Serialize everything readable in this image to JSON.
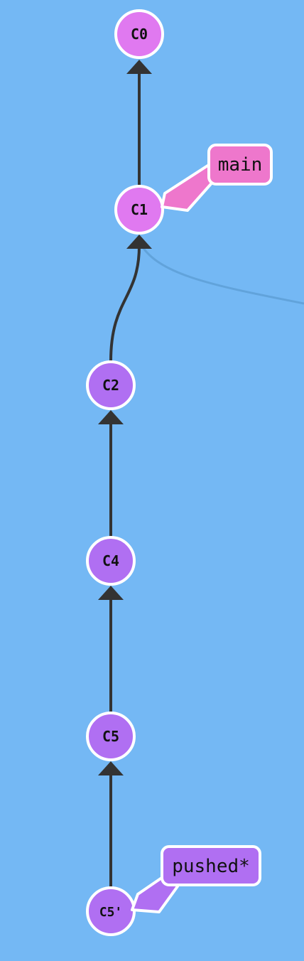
{
  "graph": {
    "background": "#74b8f4",
    "edge_color": "#333333",
    "faded_edge_color": "#5a9ad0",
    "node_stroke": "#ffffff",
    "commits": [
      {
        "id": "C0",
        "label": "C0",
        "color": "#e079f0"
      },
      {
        "id": "C1",
        "label": "C1",
        "color": "#e079f0"
      },
      {
        "id": "C2",
        "label": "C2",
        "color": "#b06ff2"
      },
      {
        "id": "C4",
        "label": "C4",
        "color": "#b06ff2"
      },
      {
        "id": "C5",
        "label": "C5",
        "color": "#b06ff2"
      },
      {
        "id": "C5p",
        "label": "C5'",
        "color": "#b06ff2"
      }
    ],
    "edges": [
      {
        "from": "C1",
        "to": "C0"
      },
      {
        "from": "C2",
        "to": "C1"
      },
      {
        "from": "C4",
        "to": "C2"
      },
      {
        "from": "C5",
        "to": "C4"
      },
      {
        "from": "C5p",
        "to": "C5"
      }
    ],
    "branches": [
      {
        "name": "main",
        "target": "C1",
        "color": "#ee77cc"
      },
      {
        "name": "pushed*",
        "target": "C5p",
        "color": "#b06ff2"
      }
    ]
  }
}
